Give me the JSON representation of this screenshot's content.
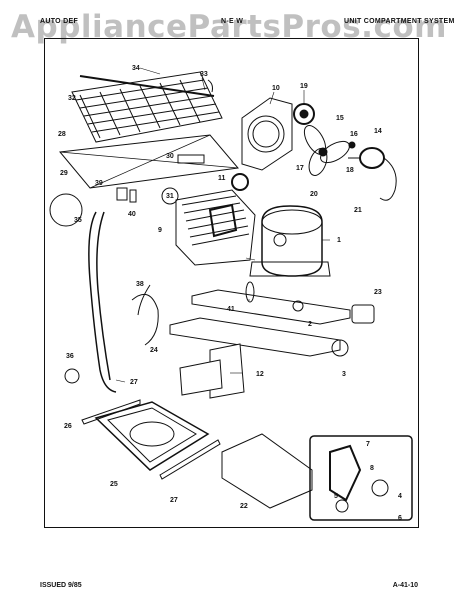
{
  "header": {
    "left": "AUTO DEF",
    "middle": "N-E W",
    "right": "UNIT COMPARTMENT SYSTEM"
  },
  "watermark": "AppliancePartsPros.com",
  "footer": {
    "issued": "ISSUED 9/85",
    "page_code": "A-41-10"
  },
  "part_labels": [
    "34",
    "33",
    "32",
    "28",
    "10",
    "19",
    "15",
    "16",
    "14",
    "30",
    "29",
    "31",
    "11",
    "17",
    "18",
    "20",
    "39",
    "35",
    "40",
    "9",
    "21",
    "1",
    "38",
    "23",
    "41",
    "2",
    "24",
    "36",
    "12",
    "3",
    "27",
    "26",
    "25",
    "27",
    "22",
    "7",
    "8",
    "4",
    "5",
    "6"
  ]
}
